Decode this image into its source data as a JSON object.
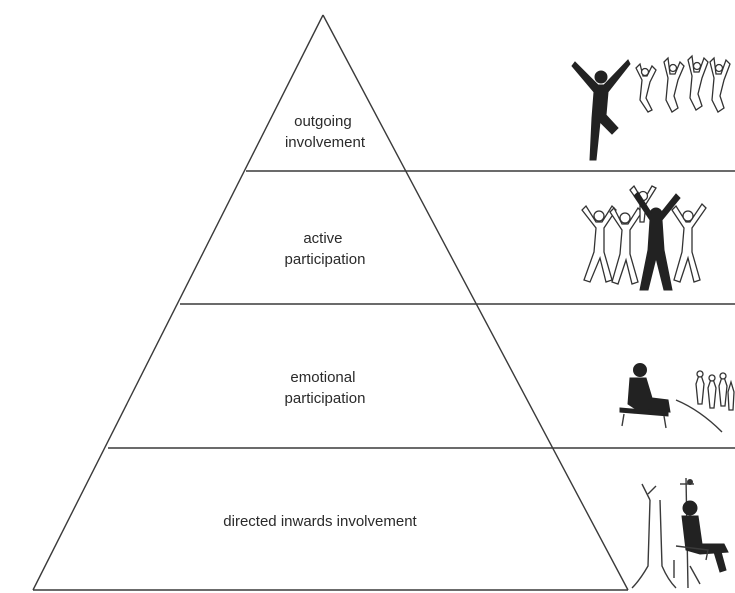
{
  "pyramid": {
    "levels": [
      {
        "lines": [
          "outgoing",
          "involvement"
        ],
        "illustration": "one-dark-figure-jumping-with-outlined-crowd-icon"
      },
      {
        "lines": [
          "active",
          "participation"
        ],
        "illustration": "group-of-figures-arms-raised-icon"
      },
      {
        "lines": [
          "emotional",
          "participation"
        ],
        "illustration": "seated-figure-watching-crowd-icon"
      },
      {
        "lines": [
          "directed inwards involvement"
        ],
        "illustration": "figure-seated-alone-under-tree-icon"
      }
    ]
  }
}
